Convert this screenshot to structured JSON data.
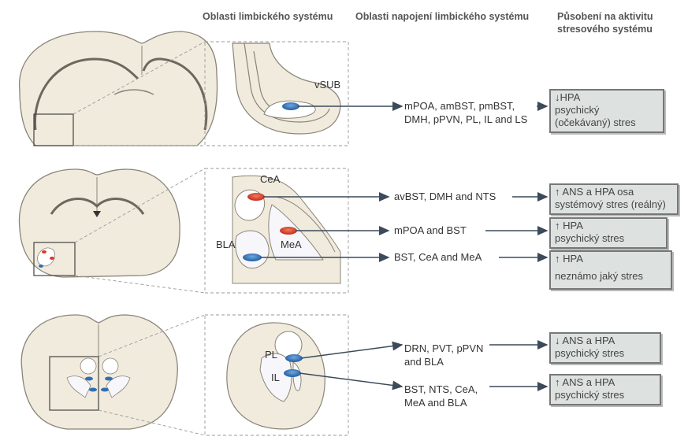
{
  "headers": {
    "col1": "Oblasti limbického systému",
    "col2": "Oblasti napojení limbického systému",
    "col3_line1": "Působení na aktivitu",
    "col3_line2": "stresového systému"
  },
  "rows": [
    {
      "region_labels": [
        "vSUB"
      ],
      "connections": [
        {
          "lines": [
            "mPOA, amBST, pmBST,",
            "DMH, pPVN, PL, IL and LS"
          ]
        }
      ],
      "effects": [
        {
          "lines": [
            "↓HPA",
            "psychický",
            "(očekávaný) stres"
          ]
        }
      ]
    },
    {
      "region_labels": [
        "CeA",
        "BLA",
        "MeA"
      ],
      "connections": [
        {
          "lines": [
            "avBST, DMH and NTS"
          ]
        },
        {
          "lines": [
            "mPOA and BST"
          ]
        },
        {
          "lines": [
            "BST, CeA and MeA"
          ]
        }
      ],
      "effects": [
        {
          "lines": [
            "↑ ANS a HPA osa",
            "systémový stres (reálný)"
          ]
        },
        {
          "lines": [
            "↑ HPA",
            "psychický stres"
          ]
        },
        {
          "lines": [
            "↑ HPA",
            "neznámo jaký stres"
          ]
        }
      ]
    },
    {
      "region_labels": [
        "PL",
        "IL"
      ],
      "connections": [
        {
          "lines": [
            "DRN, PVT, pPVN",
            "and BLA"
          ]
        },
        {
          "lines": [
            "BST, NTS, CeA,",
            "MeA and BLA"
          ]
        }
      ],
      "effects": [
        {
          "lines": [
            "↓ ANS a HPA",
            "psychický stres"
          ]
        },
        {
          "lines": [
            "↑ ANS a HPA",
            "psychický stres"
          ]
        }
      ]
    }
  ],
  "colors": {
    "tissue": "#f1ebdd",
    "tissue_stroke": "#8a8478",
    "blue_nucleus": "#2f6fb6",
    "red_nucleus": "#d63a2a",
    "effect_box": "#dde2e1",
    "arrow": "#3c4a5a"
  }
}
